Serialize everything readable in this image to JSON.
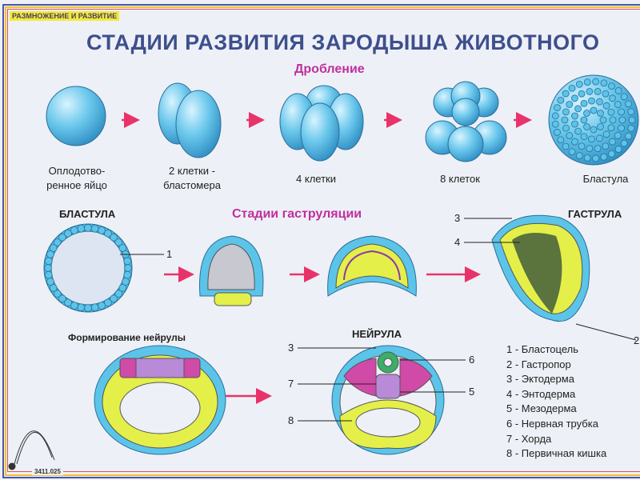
{
  "header": {
    "tag": "РАЗМНОЖЕНИЕ И РАЗВИТИЕ",
    "title": "СТАДИИ РАЗВИТИЯ ЗАРОДЫША ЖИВОТНОГО"
  },
  "cleavage": {
    "heading": "Дробление",
    "stages": [
      {
        "line1": "Оплодотво-",
        "line2": "ренное яйцо"
      },
      {
        "line1": "2 клетки -",
        "line2": "бластомера"
      },
      {
        "line1": "4 клетки",
        "line2": ""
      },
      {
        "line1": "8 клеток",
        "line2": ""
      },
      {
        "line1": "Бластула",
        "line2": ""
      }
    ]
  },
  "gastrulation": {
    "blastula_label": "БЛАСТУЛА",
    "heading": "Стадии гаструляции",
    "gastrula_label": "ГАСТРУЛА"
  },
  "neurulation": {
    "heading": "Формирование нейрулы",
    "neurula_label": "НЕЙРУЛА"
  },
  "numbers": {
    "n1": "1",
    "n2": "2",
    "n3": "3",
    "n4": "4",
    "n5": "5",
    "n6": "6",
    "n7": "7",
    "n8": "8"
  },
  "legend": [
    "1 - Бластоцель",
    "2 - Гастропор",
    "3 - Эктодерма",
    "4 - Энтодерма",
    "5 - Мезодерма",
    "6 - Нервная трубка",
    "7 - Хорда",
    "8 - Первичная кишка"
  ],
  "footer": {
    "code": "3411.025"
  },
  "colors": {
    "title": "#3d4f8c",
    "accent": "#c02f9e",
    "cell": "#5cc4e8",
    "endoderm": "#e4ef4a",
    "mesoderm": "#d04aa8",
    "arrow": "#e8336a"
  }
}
